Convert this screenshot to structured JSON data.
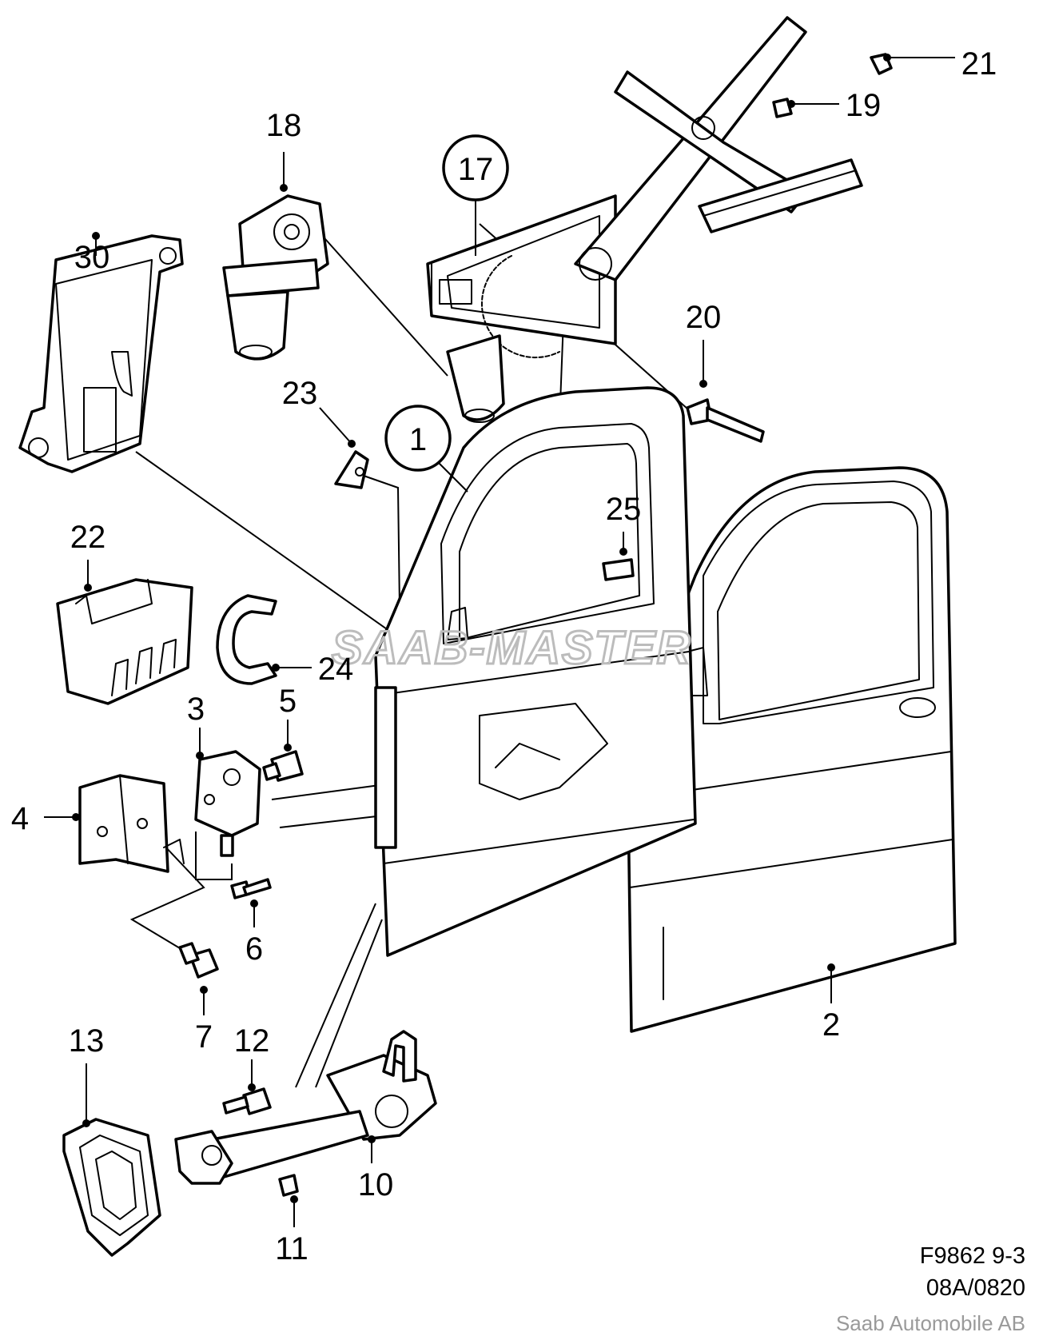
{
  "callouts": {
    "p1": "1",
    "p2": "2",
    "p3": "3",
    "p4": "4",
    "p5": "5",
    "p6": "6",
    "p7": "7",
    "p10": "10",
    "p11": "11",
    "p12": "12",
    "p13": "13",
    "p17": "17",
    "p18": "18",
    "p19": "19",
    "p20": "20",
    "p21": "21",
    "p22": "22",
    "p23": "23",
    "p24": "24",
    "p25": "25",
    "p30": "30"
  },
  "watermark": "SAAB-MASTER",
  "footer": {
    "code": "F9862 9-3",
    "revision": "08A/0820",
    "company": "Saab Automobile AB"
  }
}
